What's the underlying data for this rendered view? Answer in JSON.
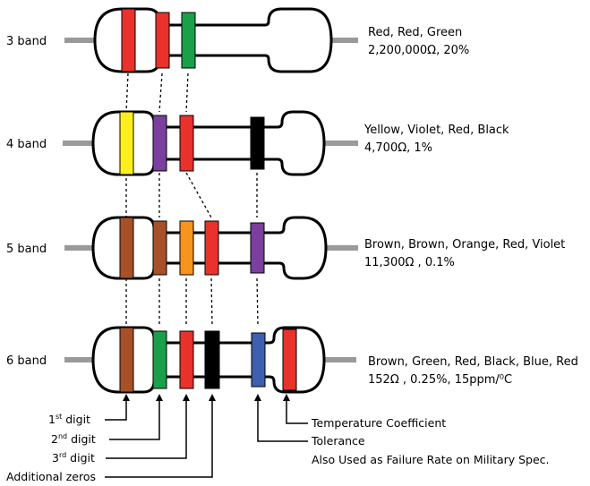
{
  "colors": {
    "red": "#e8322b",
    "green": "#1aa04a",
    "yellow": "#ffee1a",
    "violet": "#7b3f9e",
    "black": "#000000",
    "brown": "#a8502a",
    "orange": "#f7941d",
    "blue": "#3c5fb0",
    "lead": "#9a9a9a"
  },
  "resistors": [
    {
      "label": "3 band",
      "colors_line": "Red, Red, Green",
      "value_line": "2,200,000Ω, 20%",
      "bands": [
        "red",
        "red",
        "green"
      ]
    },
    {
      "label": "4 band",
      "colors_line": "Yellow, Violet, Red, Black",
      "value_line": "4,700Ω, 1%",
      "bands": [
        "yellow",
        "violet",
        "red",
        "black"
      ]
    },
    {
      "label": "5 band",
      "colors_line": "Brown, Brown, Orange, Red, Violet",
      "value_line": "11,300Ω , 0.1%",
      "bands": [
        "brown",
        "brown",
        "orange",
        "red",
        "violet"
      ]
    },
    {
      "label": "6 band",
      "colors_line": "Brown, Green, Red, Black, Blue, Red",
      "value_line": "152Ω , 0.25%, 15ppm/⁰C",
      "bands": [
        "brown",
        "green",
        "red",
        "black",
        "blue",
        "red"
      ]
    }
  ],
  "legend": {
    "digit1": {
      "num": "1",
      "sup": "st",
      "rest": " digit"
    },
    "digit2": {
      "num": "2",
      "sup": "nd",
      "rest": " digit"
    },
    "digit3": {
      "num": "3",
      "sup": "rd",
      "rest": " digit"
    },
    "zeros": "Additional zeros",
    "temp_coeff": "Temperature Coefficient",
    "tolerance": "Tolerance",
    "tolerance_note": "Also Used as Failure Rate on Military Spec."
  }
}
